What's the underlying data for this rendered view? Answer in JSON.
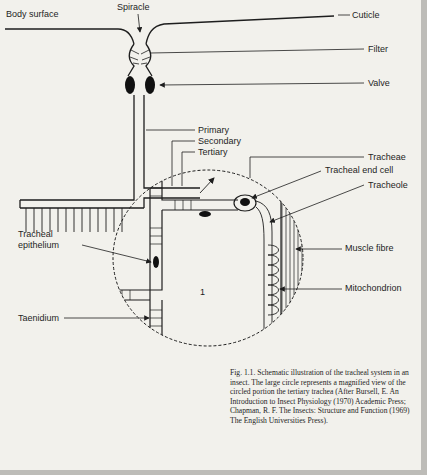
{
  "diagram": {
    "caption": "Fig. 1.1. Schematic illustration of the tracheal system in an insect. The large circle represents a magnified view of the circled portion the tertiary trachea (After Bursell, E. An Introduction to Insect Physiology (1970) Academic Press; Chapman, R. F. The Insects: Structure and Function (1969) The English Universities Press).",
    "labels": [
      "Body surface",
      "Spiracle",
      "Cuticle",
      "Filter",
      "Valve",
      "Primary",
      "Secondary",
      "Tertiary",
      "Tracheae",
      "Tracheal end cell",
      "Tracheole",
      "Tracheal epithelium",
      "Muscle fibre",
      "Mitochondrion",
      "Taenidium",
      "1"
    ]
  }
}
